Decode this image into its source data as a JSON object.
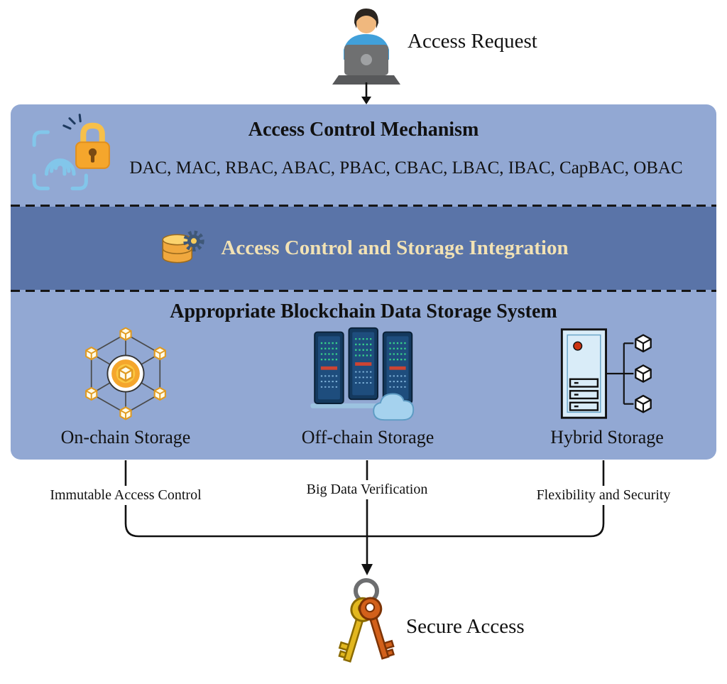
{
  "top": {
    "label": "Access Request"
  },
  "box": {
    "access_control": {
      "title": "Access Control Mechanism",
      "mechanisms": "DAC, MAC, RBAC, ABAC, PBAC, CBAC, LBAC, IBAC, CapBAC, OBAC"
    },
    "integration": {
      "title": "Access Control and Storage Integration"
    },
    "storage": {
      "title": "Appropriate Blockchain Data Storage System",
      "options": [
        {
          "label": "On-chain Storage",
          "benefit": "Immutable Access Control"
        },
        {
          "label": "Off-chain Storage",
          "benefit": "Big Data Verification"
        },
        {
          "label": "Hybrid Storage",
          "benefit": "Flexibility and Security"
        }
      ]
    }
  },
  "bottom": {
    "label": "Secure Access"
  },
  "colors": {
    "box_light": "#92a8d3",
    "box_dark": "#5a74a8",
    "integration_text": "#f2e2b4",
    "line": "#111111"
  }
}
